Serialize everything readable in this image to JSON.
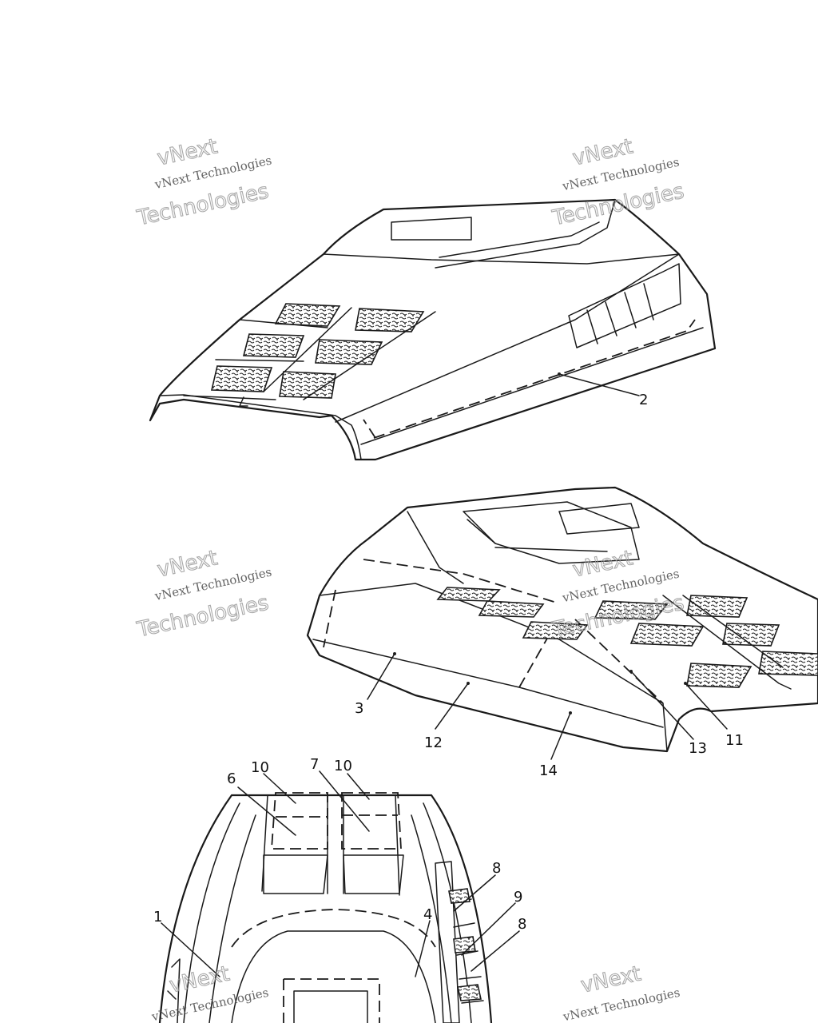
{
  "watermark": {
    "line_small": "vNext Technologies",
    "line_big_1": "vNext",
    "line_big_2": "Technologies"
  },
  "callouts": {
    "c1": "1",
    "c2": "2",
    "c3": "3",
    "c4": "4",
    "c6": "6",
    "c7": "7",
    "c8a": "8",
    "c8b": "8",
    "c9": "9",
    "c10a": "10",
    "c10b": "10",
    "c11": "11",
    "c12": "12",
    "c13": "13",
    "c14": "14"
  },
  "colors": {
    "line": "#1a1a1a",
    "background": "#ffffff",
    "watermark": "#9a9a9a"
  }
}
